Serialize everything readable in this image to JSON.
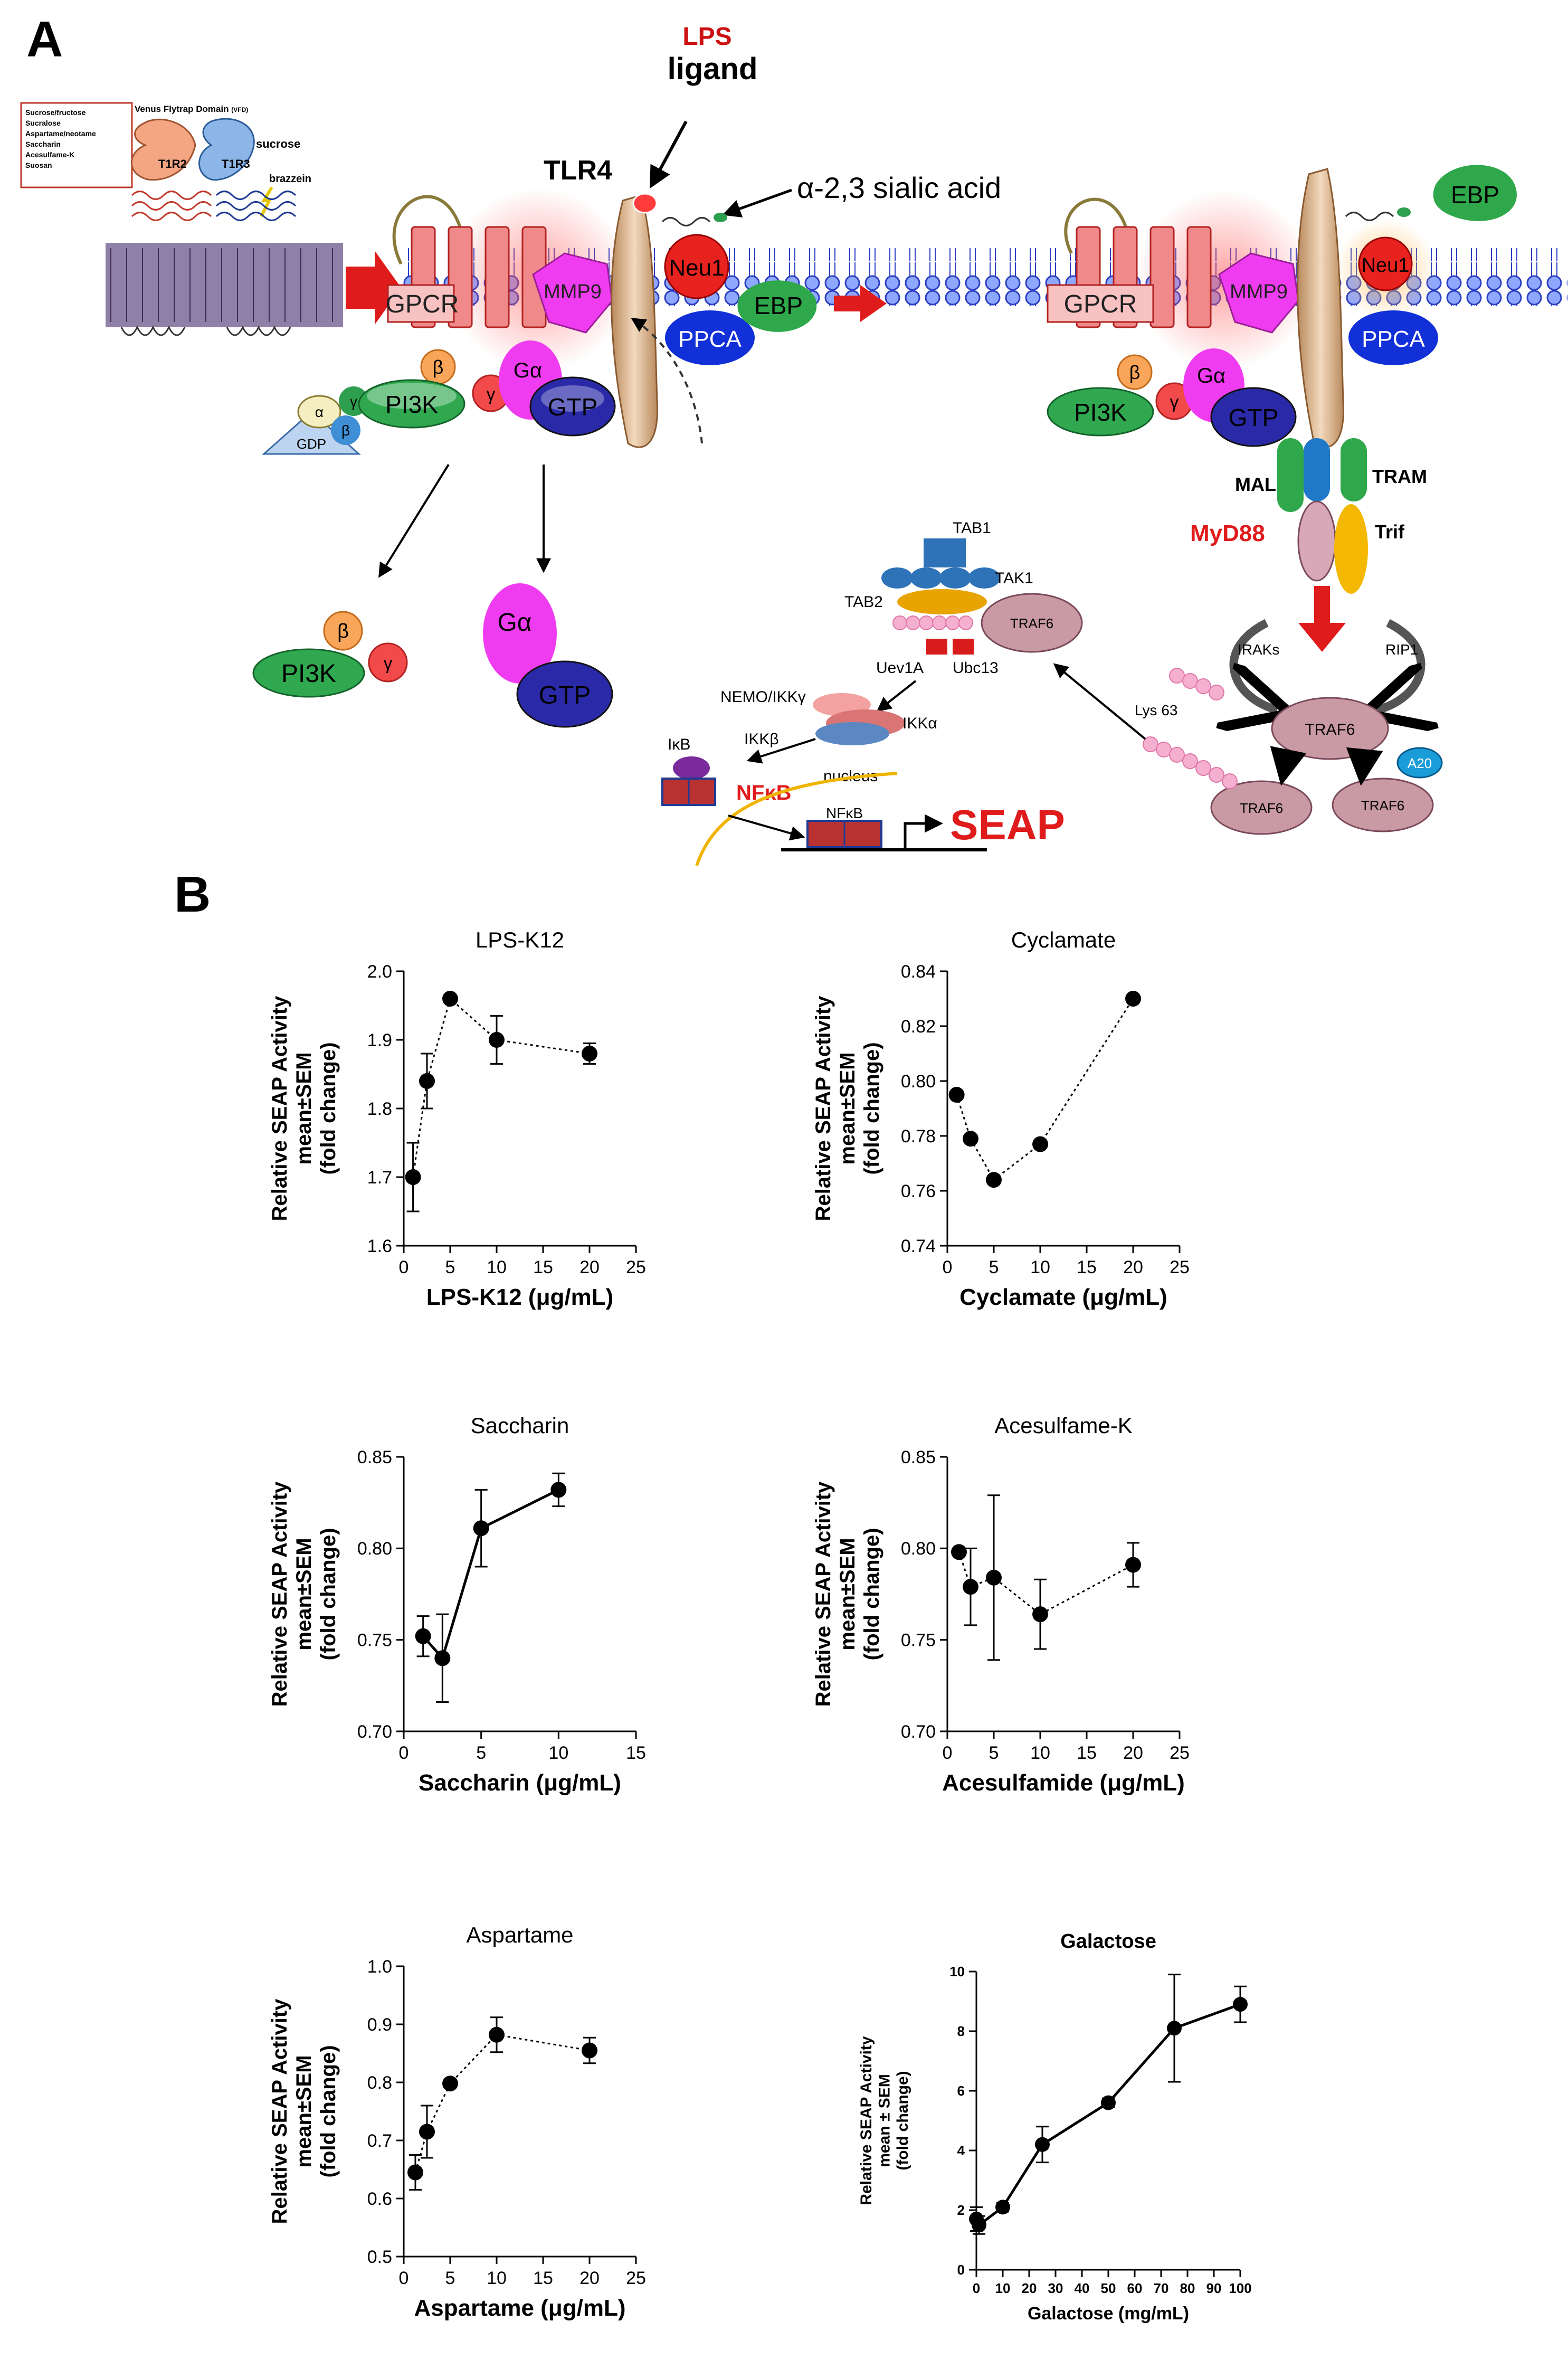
{
  "panels": {
    "a": "A",
    "b": "B"
  },
  "diagram": {
    "lps": "LPS",
    "ligand": "ligand",
    "tlr4": "TLR4",
    "sialic": "α-2,3 sialic acid",
    "vfd_title": "Venus Flytrap Domain",
    "vfd_abbr": "(VFD)",
    "sweeteners": [
      "Sucrose/fructose",
      "Sucralose",
      "Aspartame/neotame",
      "Saccharin",
      "Acesulfame-K",
      "Suosan"
    ],
    "t1r2": "T1R2",
    "t1r3": "T1R3",
    "sucrose": "sucrose",
    "brazzein": "brazzein",
    "gpcr": "GPCR",
    "mmp9": "MMP9",
    "neu1": "Neu1",
    "ppca": "PPCA",
    "ebp": "EBP",
    "pi3k": "PI3K",
    "beta": "β",
    "gamma": "γ",
    "alpha": "α",
    "galpha": "Gα",
    "gtp": "GTP",
    "gdp": "GDP",
    "mal": "MAL",
    "tram": "TRAM",
    "myd88": "MyD88",
    "trif": "Trif",
    "tab1": "TAB1",
    "tab2": "TAB2",
    "tak1": "TAK1",
    "traf6": "TRAF6",
    "uev1a": "Uev1A",
    "ubc13": "Ubc13",
    "irak": "IRAKs",
    "rip1": "RIP1",
    "lys63": "Lys 63",
    "a20": "A20",
    "nemo": "NEMO/IKKγ",
    "ikka": "IKKα",
    "ikkb": "IKKβ",
    "ikb": "IκB",
    "nfkb": "NFκB",
    "nucleus": "nucleus",
    "seap": "SEAP"
  },
  "chart_data": [
    {
      "type": "scatter",
      "title": "LPS-K12",
      "xlabel": "LPS-K12 (μg/mL)",
      "ylabel": [
        "Relative SEAP Activity",
        "mean±SEM",
        "(fold change)"
      ],
      "xlim": [
        0,
        25
      ],
      "ylim": [
        1.6,
        2.0
      ],
      "xticks": [
        "0",
        "5",
        "10",
        "15",
        "20",
        "25"
      ],
      "yticks": [
        "1.6",
        "1.7",
        "1.8",
        "1.9",
        "2.0"
      ],
      "x": [
        1,
        2.5,
        5,
        10,
        20
      ],
      "y": [
        1.7,
        1.84,
        1.96,
        1.9,
        1.88
      ],
      "err": [
        0.05,
        0.04,
        0.0,
        0.035,
        0.015
      ],
      "line": "dotted"
    },
    {
      "type": "scatter",
      "title": "Cyclamate",
      "xlabel": "Cyclamate (μg/mL)",
      "ylabel": [
        "Relative SEAP Activity",
        "mean±SEM",
        "(fold change)"
      ],
      "xlim": [
        0,
        25
      ],
      "ylim": [
        0.74,
        0.84
      ],
      "xticks": [
        "0",
        "5",
        "10",
        "15",
        "20",
        "25"
      ],
      "yticks": [
        "0.74",
        "0.76",
        "0.78",
        "0.80",
        "0.82",
        "0.84"
      ],
      "x": [
        1,
        2.5,
        5,
        10,
        20
      ],
      "y": [
        0.795,
        0.779,
        0.764,
        0.777,
        0.83
      ],
      "err": [
        0,
        0,
        0,
        0,
        0
      ],
      "line": "dotted"
    },
    {
      "type": "scatter",
      "title": "Saccharin",
      "xlabel": "Saccharin (μg/mL)",
      "ylabel": [
        "Relative SEAP Activity",
        "mean±SEM",
        "(fold change)"
      ],
      "xlim": [
        0,
        15
      ],
      "ylim": [
        0.7,
        0.85
      ],
      "xticks": [
        "0",
        "5",
        "10",
        "15"
      ],
      "yticks": [
        "0.70",
        "0.75",
        "0.80",
        "0.85"
      ],
      "x": [
        1.25,
        2.5,
        5,
        10
      ],
      "y": [
        0.752,
        0.74,
        0.811,
        0.832
      ],
      "err": [
        0.011,
        0.024,
        0.021,
        0.009
      ],
      "line": "solid"
    },
    {
      "type": "scatter",
      "title": "Acesulfame-K",
      "xlabel": "Acesulfamide (μg/mL)",
      "ylabel": [
        "Relative SEAP Activity",
        "mean±SEM",
        "(fold change)"
      ],
      "xlim": [
        0,
        25
      ],
      "ylim": [
        0.7,
        0.85
      ],
      "xticks": [
        "0",
        "5",
        "10",
        "15",
        "20",
        "25"
      ],
      "yticks": [
        "0.70",
        "0.75",
        "0.80",
        "0.85"
      ],
      "x": [
        1.25,
        2.5,
        5,
        10,
        20
      ],
      "y": [
        0.798,
        0.779,
        0.784,
        0.764,
        0.791
      ],
      "err": [
        0.0,
        0.021,
        0.045,
        0.019,
        0.012
      ],
      "line": "dotted"
    },
    {
      "type": "scatter",
      "title": "Aspartame",
      "xlabel": "Aspartame (μg/mL)",
      "ylabel": [
        "Relative SEAP Activity",
        "mean±SEM",
        "(fold change)"
      ],
      "xlim": [
        0,
        25
      ],
      "ylim": [
        0.5,
        1.0
      ],
      "xticks": [
        "0",
        "5",
        "10",
        "15",
        "20",
        "25"
      ],
      "yticks": [
        "0.5",
        "0.6",
        "0.7",
        "0.8",
        "0.9",
        "1.0"
      ],
      "x": [
        1.25,
        2.5,
        5,
        10,
        20
      ],
      "y": [
        0.645,
        0.715,
        0.798,
        0.882,
        0.855
      ],
      "err": [
        0.03,
        0.045,
        0.0,
        0.03,
        0.022
      ],
      "line": "dotted"
    },
    {
      "type": "line",
      "title": "Galactose",
      "xlabel": "Galactose (mg/mL)",
      "ylabel": [
        "Relative SEAP Activity",
        "mean ± SEM",
        "(fold change)"
      ],
      "xlim": [
        0,
        100
      ],
      "ylim": [
        0,
        10
      ],
      "xticks": [
        "0",
        "10",
        "20",
        "30",
        "40",
        "50",
        "60",
        "70",
        "80",
        "90",
        "100"
      ],
      "yticks": [
        "0",
        "2",
        "4",
        "6",
        "8",
        "10"
      ],
      "x": [
        0,
        1,
        10,
        25,
        50,
        75,
        100
      ],
      "y": [
        1.7,
        1.5,
        2.1,
        4.2,
        5.6,
        8.1,
        8.9
      ],
      "err": [
        0.4,
        0.3,
        0.15,
        0.6,
        0.15,
        1.8,
        0.6
      ],
      "line": "solid"
    }
  ]
}
